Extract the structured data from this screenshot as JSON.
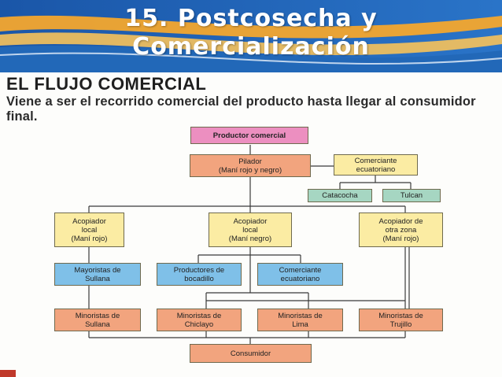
{
  "slide": {
    "title_line1": "15.  Postcosecha y",
    "title_line2": "Comercialización"
  },
  "section": {
    "heading": "EL FLUJO COMERCIAL",
    "intro": "Viene a ser el recorrido comercial del producto hasta llegar al consumidor final."
  },
  "colors": {
    "header_blue": "#1e5fb0",
    "header_orange": "#f0a030",
    "productor": "#ec8fc0",
    "salmon": "#f2a47e",
    "cream": "#fbeca3",
    "blue": "#7fc0e8",
    "teal": "#a6d6c2"
  },
  "flow": {
    "productor": "Productor comercial",
    "pilador": "Pilador\n(Maní rojo y negro)",
    "comerciante_ecuatoriano_top": "Comerciante\necuatoriano",
    "catacocha": "Catacocha",
    "tulcan": "Tulcan",
    "acopiador_local_rojo": "Acopiador\nlocal\n(Maní rojo)",
    "acopiador_local_negro": "Acopiador\nlocal\n(Maní negro)",
    "acopiador_otra_zona": "Acopiador de\notra zona\n(Maní rojo)",
    "mayoristas_sullana": "Mayoristas de\nSullana",
    "productores_bocadillo": "Productores de\nbocadillo",
    "comerciante_ecuatoriano_mid": "Comerciante\necuatoriano",
    "minoristas_sullana": "Minoristas de\nSullana",
    "minoristas_chiclayo": "Minoristas de\nChiclayo",
    "minoristas_lima": "Minoristas de\nLima",
    "minoristas_trujillo": "Minoristas de\nTrujillo",
    "consumidor": "Consumidor"
  }
}
